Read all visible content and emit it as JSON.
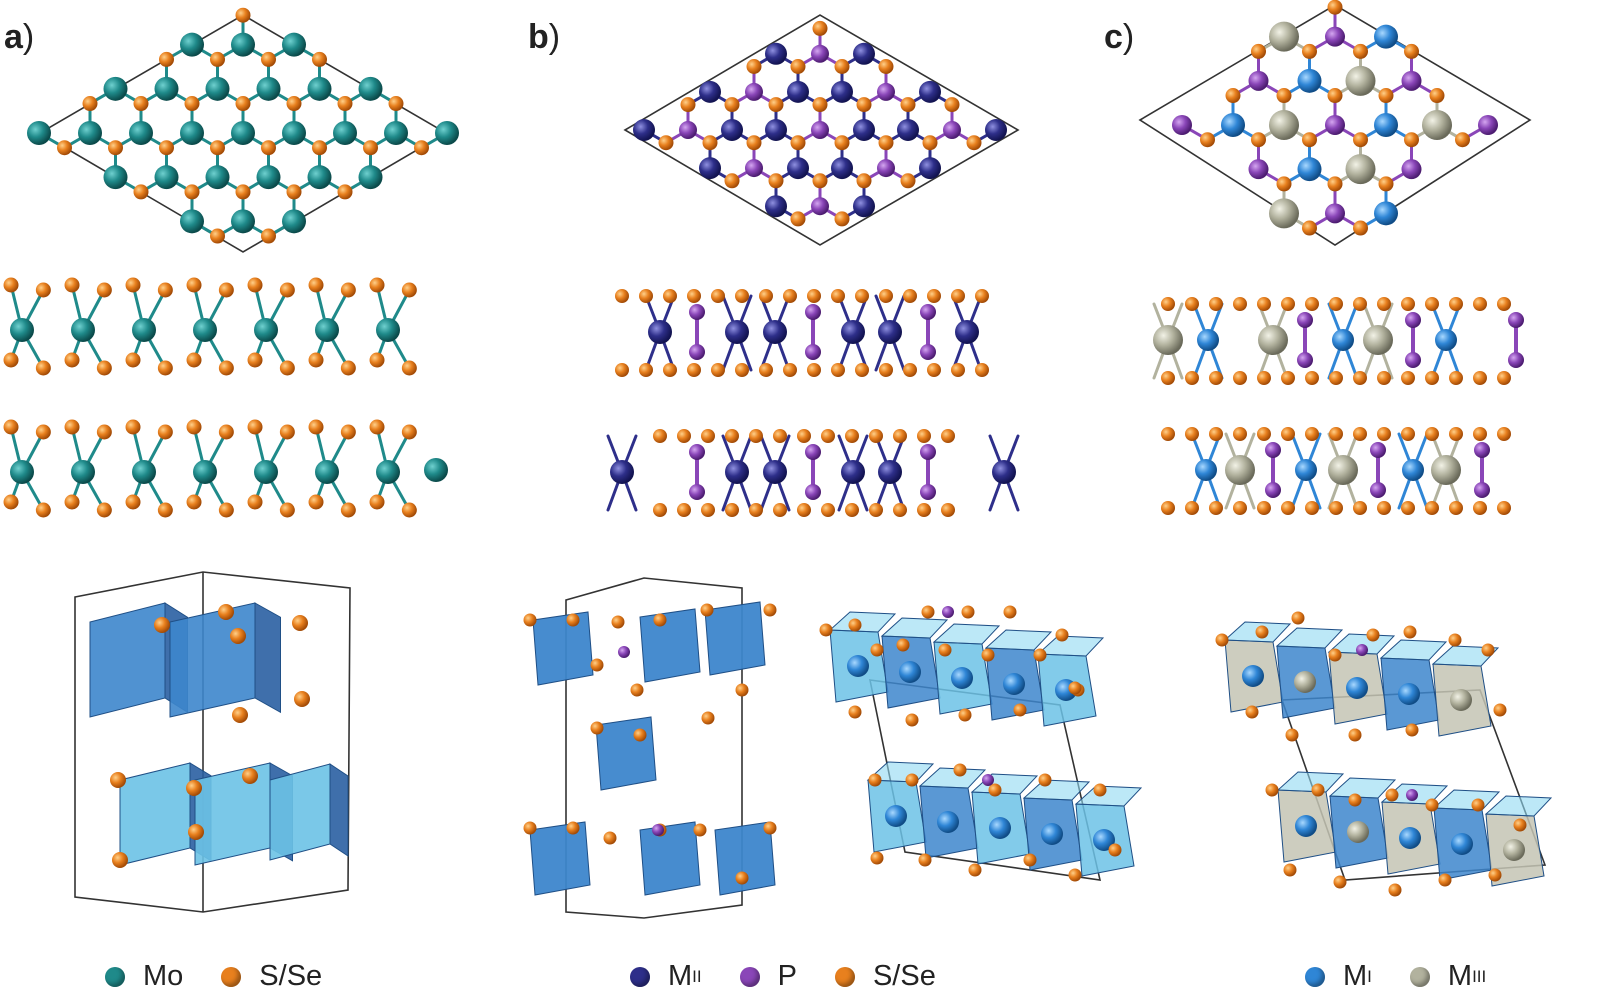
{
  "panels": [
    {
      "id": "a",
      "label": "a",
      "paren": ")"
    },
    {
      "id": "b",
      "label": "b",
      "paren": ")"
    },
    {
      "id": "c",
      "label": "c",
      "paren": ")"
    }
  ],
  "legends": {
    "a": [
      {
        "text": "Mo",
        "sup": "",
        "color": "#1f8a8a"
      },
      {
        "text": "S/Se",
        "sup": "",
        "color": "#e8801e"
      }
    ],
    "b": [
      {
        "text": "M",
        "sup": "II",
        "color": "#2e2f8a"
      },
      {
        "text": "P",
        "sup": "",
        "color": "#8a46b8"
      },
      {
        "text": "S/Se",
        "sup": "",
        "color": "#e8801e"
      }
    ],
    "c": [
      {
        "text": "M",
        "sup": "I",
        "color": "#2f86d6"
      },
      {
        "text": "M",
        "sup": "III",
        "color": "#b2b29e"
      }
    ]
  },
  "colors": {
    "mo": "#1f8a8a",
    "chalcogen": "#e8801e",
    "m2": "#2e2f8a",
    "phosphorus": "#8a46b8",
    "m1": "#2f86d6",
    "m3": "#b2b29e",
    "octahedron": "#3d86cc",
    "octahedron_light": "#6cc2e6",
    "cell_line": "#333333"
  }
}
